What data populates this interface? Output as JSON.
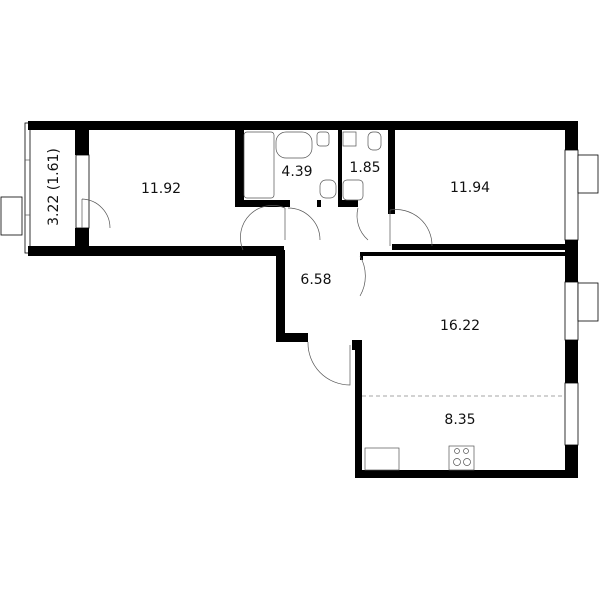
{
  "plan": {
    "rooms": [
      {
        "id": "balcony",
        "area": "3.22 (1.61)"
      },
      {
        "id": "bedroom-left",
        "area": "11.92"
      },
      {
        "id": "bathroom",
        "area": "4.39"
      },
      {
        "id": "toilet",
        "area": "1.85"
      },
      {
        "id": "bedroom-right",
        "area": "11.94"
      },
      {
        "id": "hallway",
        "area": "6.58"
      },
      {
        "id": "living-room",
        "area": "16.22"
      },
      {
        "id": "kitchen",
        "area": "8.35"
      }
    ],
    "colors": {
      "wall": "#000000",
      "background": "#ffffff",
      "fixture": "#555555"
    }
  }
}
